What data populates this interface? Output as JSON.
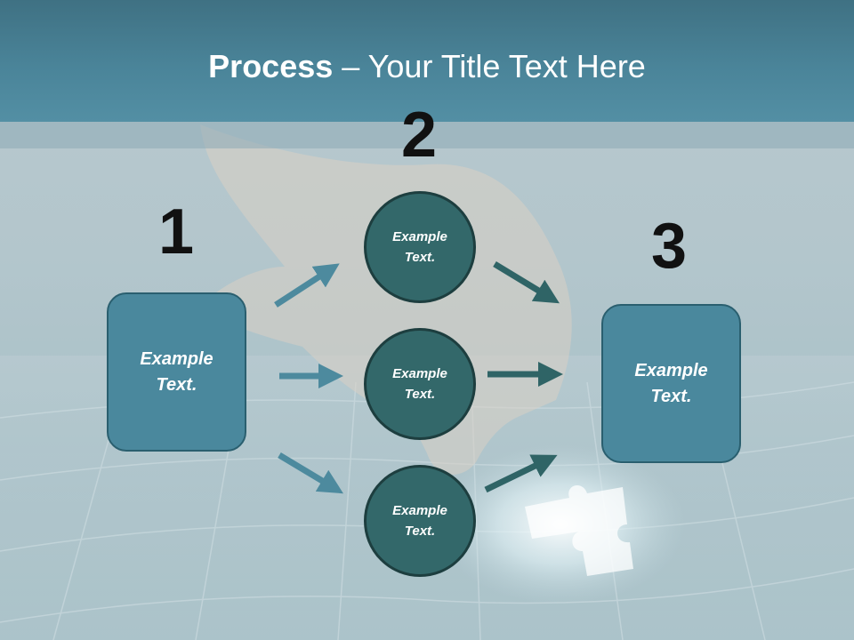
{
  "slide": {
    "title_bold": "Process",
    "title_rest": " – Your Title Text Here"
  },
  "steps": {
    "one": {
      "number": "1",
      "box_text": "Example\nText."
    },
    "two": {
      "number": "2",
      "circles": [
        "Example\nText.",
        "Example\nText.",
        "Example\nText."
      ]
    },
    "three": {
      "number": "3",
      "box_text": "Example\nText."
    }
  },
  "colors": {
    "header": "#4a8499",
    "box_fill": "#4a889d",
    "circle_fill": "#33686a",
    "arrow_light": "#4d8a9e",
    "arrow_dark": "#2f6466"
  }
}
